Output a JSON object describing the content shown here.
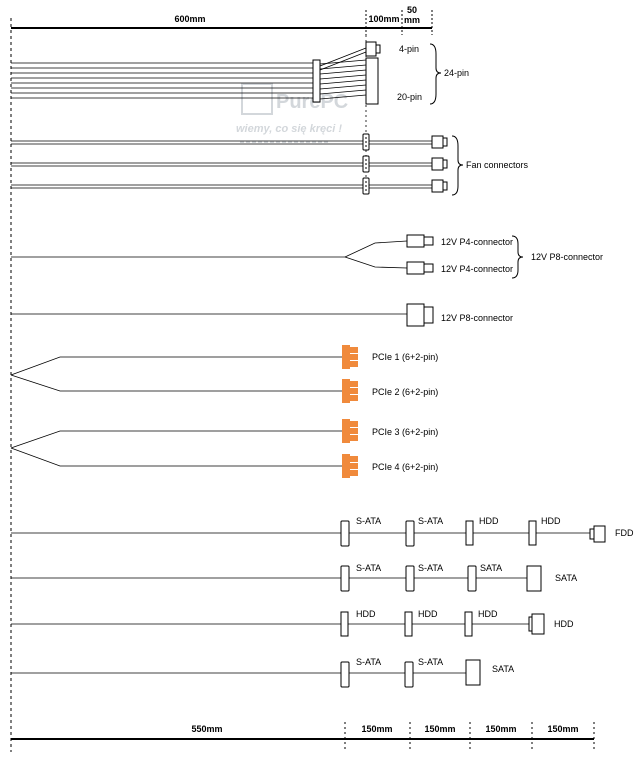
{
  "dimensions": {
    "top": {
      "d1": "600mm",
      "d2": "100mm",
      "d3a": "50",
      "d3b": "mm"
    },
    "bottom": {
      "d1": "550mm",
      "d2": "150mm",
      "d3": "150mm",
      "d4": "150mm",
      "d5": "150mm"
    }
  },
  "atx": {
    "label_top": "4-pin",
    "label_bottom": "20-pin",
    "label_group": "24-pin"
  },
  "fan": {
    "label_group": "Fan connectors"
  },
  "eps_pair": {
    "label_a": "12V P4-connector",
    "label_b": "12V P4-connector",
    "label_group": "12V P8-connector"
  },
  "eps_single": {
    "label": "12V P8-connector"
  },
  "pcie": {
    "labels": [
      "PCIe 1 (6+2-pin)",
      "PCIe 2 (6+2-pin)",
      "PCIe 3 (6+2-pin)",
      "PCIe 4 (6+2-pin)"
    ],
    "color": "#f08a3c"
  },
  "peripheral_cables": [
    {
      "connectors": [
        "S-ATA",
        "S-ATA",
        "HDD",
        "HDD",
        "FDD"
      ]
    },
    {
      "connectors": [
        "S-ATA",
        "S-ATA",
        "SATA",
        "SATA"
      ]
    },
    {
      "connectors": [
        "HDD",
        "HDD",
        "HDD",
        "HDD"
      ]
    },
    {
      "connectors": [
        "S-ATA",
        "S-ATA",
        "SATA"
      ]
    }
  ],
  "watermark": {
    "logo": "PurePC",
    "slogan": "wiemy, co się kręci !"
  }
}
